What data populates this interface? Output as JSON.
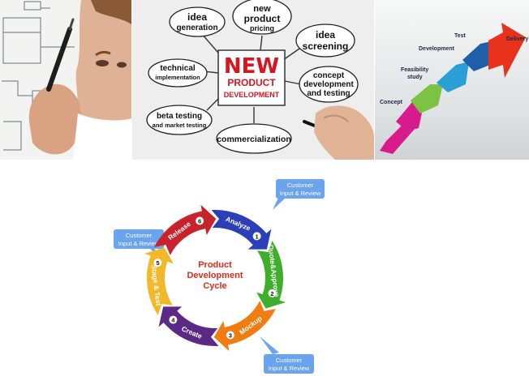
{
  "panel_npd": {
    "center_lines": [
      "NEW",
      "PRODUCT",
      "DEVELOPMENT"
    ],
    "bubbles": {
      "idea_generation": [
        "idea",
        "generation"
      ],
      "new_product_pricing": [
        "new",
        "product",
        "pricing"
      ],
      "idea_screening": [
        "idea",
        "screening"
      ],
      "technical_implementation": [
        "technical",
        "implementation"
      ],
      "concept_dev_testing": [
        "concept",
        "development",
        "and testing"
      ],
      "beta_testing": [
        "beta testing",
        "and market testing"
      ],
      "commercialization": [
        "commercialization"
      ]
    }
  },
  "panel_stairs": {
    "labels": {
      "concept": "Concept",
      "feasibility": [
        "Feasibility",
        "study"
      ],
      "development": "Development",
      "test": "Test",
      "delivery": "Delivery"
    },
    "colors": [
      "#d81b8c",
      "#7dc242",
      "#2a9fd6",
      "#1f5fa8",
      "#e8321c"
    ]
  },
  "cycle": {
    "center_lines": [
      "Product",
      "Development",
      "Cycle"
    ],
    "center_color": "#e0281c",
    "callouts": {
      "top_right": [
        "Customer",
        "Input & Review"
      ],
      "left": [
        "Customer",
        "Input & Review"
      ],
      "bottom_right": [
        "Customer",
        "Input & Review"
      ]
    },
    "steps": [
      {
        "num": "1",
        "label": "Analyze",
        "color": "#2b3fb8"
      },
      {
        "num": "2",
        "label": "Quote&Approve",
        "color": "#3fae2a"
      },
      {
        "num": "3",
        "label": "Mockup",
        "color": "#f07d12"
      },
      {
        "num": "4",
        "label": "Create",
        "color": "#5b2a86"
      },
      {
        "num": "5",
        "label": "Stage & Test",
        "color": "#f2b82a"
      },
      {
        "num": "6",
        "label": "Release",
        "color": "#c8232c"
      }
    ]
  }
}
